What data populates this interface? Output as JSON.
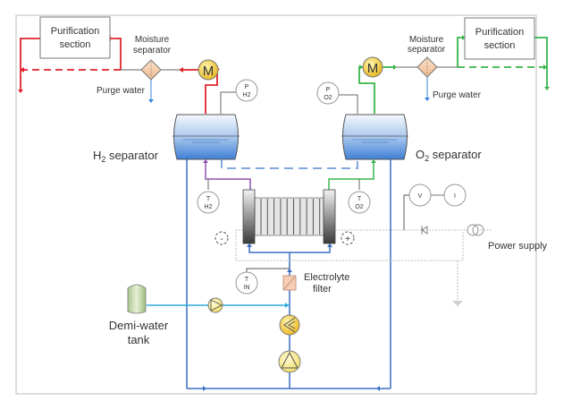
{
  "diagram": {
    "title": "Alkaline electrolyser process flow diagram",
    "labels": {
      "purification_left_line1": "Purification",
      "purification_left_line2": "section",
      "purification_right_line1": "Purification",
      "purification_right_line2": "section",
      "moisture_left_line1": "Moisture",
      "moisture_left_line2": "separator",
      "moisture_right_line1": "Moisture",
      "moisture_right_line2": "separator",
      "purge_left": "Purge water",
      "purge_right": "Purge water",
      "h2_separator_prefix": "H",
      "h2_separator_sub": "2",
      "h2_separator_suffix": " separator",
      "o2_separator_prefix": "O",
      "o2_separator_sub": "2",
      "o2_separator_suffix": " separator",
      "power_supply": "Power supply",
      "electrolyte_filter_line1": "Electrolyte",
      "electrolyte_filter_line2": "filter",
      "demi_water_line1": "Demi-water",
      "demi_water_line2": "tank",
      "minus": "-",
      "plus": "+"
    },
    "instruments": {
      "p_h2": {
        "top": "P",
        "bottom": "H2"
      },
      "p_o2": {
        "top": "P",
        "bottom": "O2"
      },
      "t_h2": {
        "top": "T",
        "bottom": "H2"
      },
      "t_o2": {
        "top": "T",
        "bottom": "O2"
      },
      "t_in": {
        "top": "T",
        "bottom": "IN"
      },
      "voltmeter": "V",
      "ammeter": "I",
      "motor_left": "M",
      "motor_right": "M"
    },
    "colors": {
      "hydrogen": "#e0242b",
      "oxygen": "#39b54a",
      "electrolyte": "#3a6fc4",
      "demi_water": "#29a8e0",
      "h2_lye": "#8e54b8",
      "frame": "#c8c8c8",
      "equipment_yellow": "#f5d24a",
      "vessel_blue": "#4a86d6"
    }
  }
}
